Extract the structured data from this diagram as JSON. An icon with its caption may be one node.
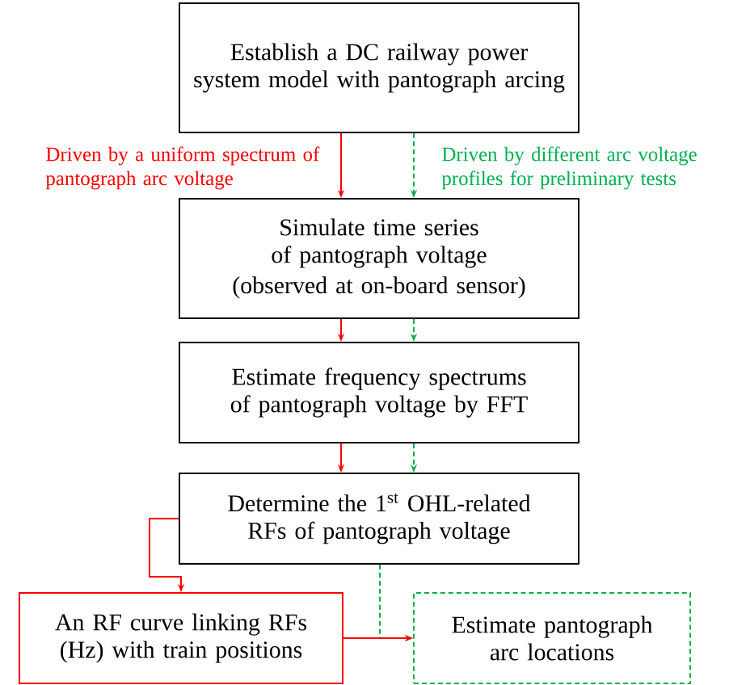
{
  "diagram": {
    "nodes": [
      {
        "text": [
          "Establish a DC railway power system model with pantograph arcing"
        ]
      },
      {
        "text": [
          "Simulate time series of pantograph voltage",
          "(observed at on-board sensor)"
        ]
      },
      {
        "text": [
          "Estimate frequency spectrums of pantograph voltage by FFT"
        ]
      },
      {
        "text": [
          "Determine the 1$^{st}$ OHL-related RFs of pantograph voltage"
        ]
      },
      {
        "text": [
          "An RF curve linking RFs (Hz) with train positions"
        ]
      },
      {
        "text": [
          "Estimate pantograph arc locations"
        ]
      }
    ],
    "edges": [
      {
        "from": 0,
        "to": 1,
        "arrow": "to",
        "color": "#ff0000",
        "label": "Driven by a uniform spectrum of pantograph arc voltage"
      },
      {
        "from": 0,
        "to": 1,
        "arrow": "to",
        "style": "dashed",
        "color": "#00b050",
        "label": "Driven by different arc voltage profiles for preliminary tests"
      },
      {
        "from": 1,
        "to": 2,
        "arrow": "to",
        "color": "#ff0000"
      },
      {
        "from": 1,
        "to": 2,
        "arrow": "to",
        "style": "dashed",
        "color": "#00b050"
      },
      {
        "from": 2,
        "to": 3,
        "arrow": "to",
        "color": "#ff0000"
      },
      {
        "from": 2,
        "to": 3,
        "arrow": "to",
        "style": "dashed",
        "color": "#00b050"
      },
      {
        "from": 3,
        "to": 4,
        "arrow": "to",
        "color": "#ff0000"
      },
      {
        "from": 3,
        "to": 5,
        "arrow": "to",
        "style": "dashed",
        "color": "#00b050"
      },
      {
        "from": 4,
        "to": 5,
        "arrow": "to",
        "color": "#ff0000"
      }
    ]
  }
}
